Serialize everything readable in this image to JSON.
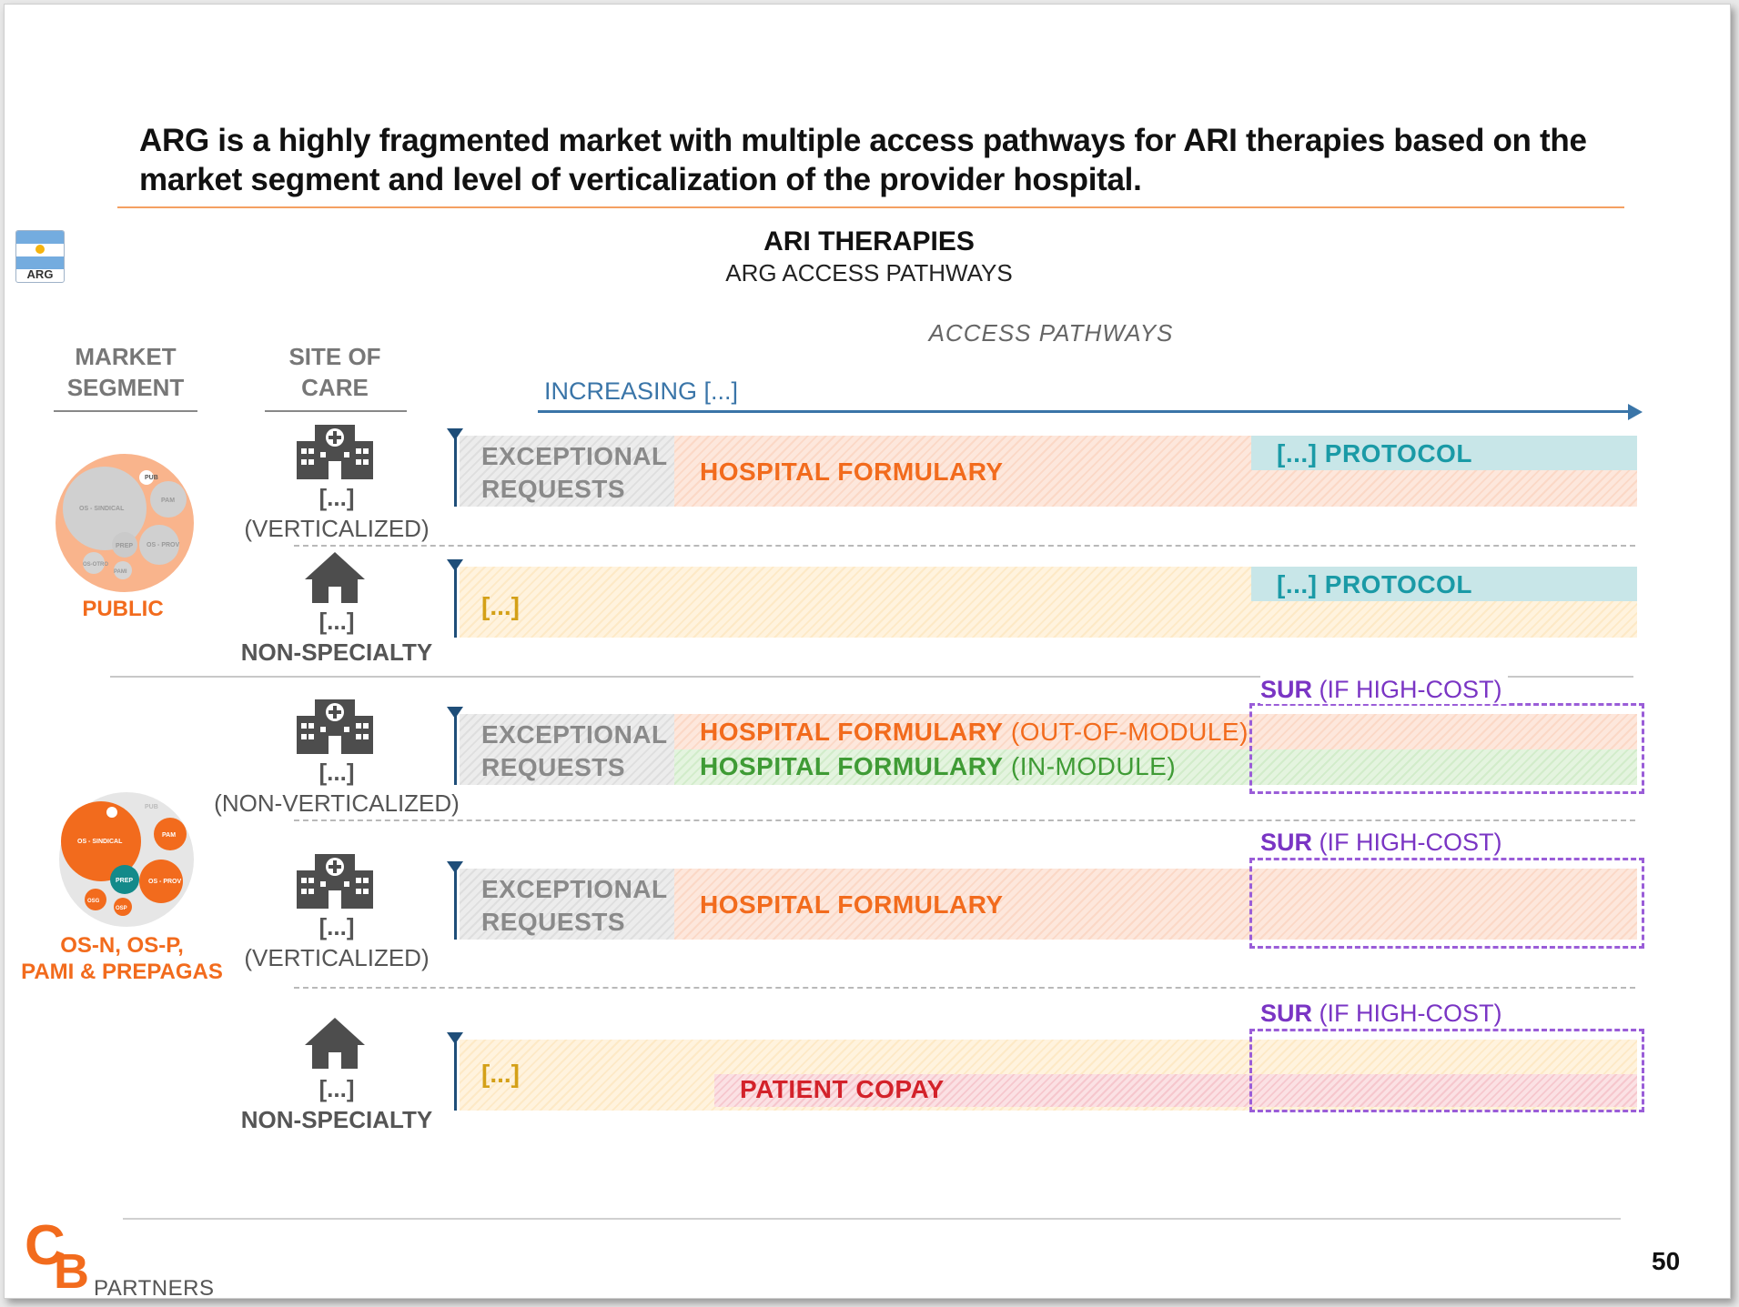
{
  "title": "ARG is a highly fragmented market with multiple access pathways for ARI therapies based on the market segment and level of verticalization of the provider hospital.",
  "flag_label": "ARG",
  "heading": {
    "main": "ARI  THERAPIES",
    "sub": "ARG ACCESS PATHWAYS"
  },
  "columns": {
    "market_segment": "MARKET SEGMENT",
    "site_of_care": "SITE OF CARE",
    "access_pathways": "ACCESS  PATHWAYS"
  },
  "increasing_label": "INCREASING  [...]",
  "labels": {
    "exceptional_line1": "EXCEPTIONAL",
    "exceptional_line2": "REQUESTS",
    "hospital_formulary": "HOSPITAL  FORMULARY",
    "out_of_module": " (OUT-OF-MODULE)",
    "in_module": " (IN-MODULE)",
    "protocol": "[...] PROTOCOL",
    "ellipsis": "[...]",
    "patient_copay": "PATIENT  COPAY",
    "sur_bold": "SUR",
    "sur_rest": " (IF HIGH-COST)"
  },
  "segments": {
    "public": "PUBLIC",
    "private_line1": "OS-N, OS-P,",
    "private_line2": "PAMI & PREPAGAS",
    "bubbles_public": [
      "PUB",
      "OS - SINDICAL",
      "PAM",
      "OS - PROV",
      "PREP",
      "OS-OTRO",
      "PAMI"
    ],
    "bubbles_private": [
      "PUB",
      "OS - SINDICAL",
      "PAM",
      "OS - PROV",
      "PREP",
      "OSG",
      "OSP"
    ]
  },
  "sites": {
    "row1": {
      "line1": "[...]",
      "line2": "(VERTICALIZED)"
    },
    "row2": {
      "line1": "[...]",
      "line2": "NON-SPECIALTY"
    },
    "row3": {
      "line1": "[...]",
      "line2": "(NON-VERTICALIZED)"
    },
    "row4": {
      "line1": "[...]",
      "line2": "(VERTICALIZED)"
    },
    "row5": {
      "line1": "[...]",
      "line2": "NON-SPECIALTY"
    }
  },
  "logo": {
    "c": "C",
    "b": "B",
    "partners": "PARTNERS"
  },
  "page_number": "50",
  "colors": {
    "accent_orange": "#f26b1d",
    "arrow_blue": "#3a75a8",
    "teal": "#1a9aa6",
    "green": "#3f9b35",
    "red": "#d3222a",
    "purple": "#7a35c4"
  },
  "icons": [
    "hospital-icon",
    "house-icon",
    "antenna-icon",
    "argentina-flag-icon"
  ]
}
